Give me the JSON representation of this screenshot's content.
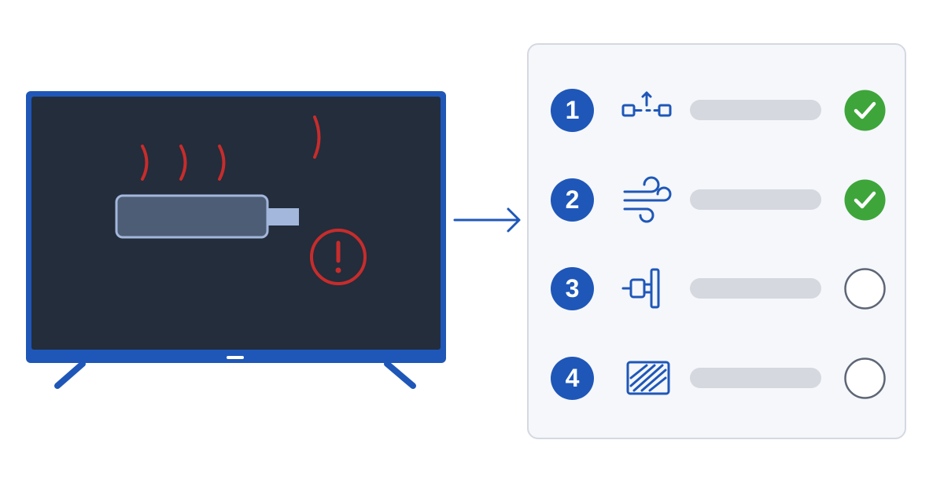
{
  "colors": {
    "tv_frame": "#1f57b8",
    "tv_screen": "#232d3b",
    "heat_warning": "#c72c2c",
    "accent_blue": "#1f57b8",
    "check_green": "#3ea53b",
    "pending_gray": "#5d6675",
    "panel_bg": "#f5f7fb",
    "panel_border": "#d4d9e1",
    "placeholder_bar": "#d5d8de"
  },
  "tv": {
    "device": "streaming-stick-icon",
    "heat_indicator": "heat-waves-icon",
    "warning": "warning-icon"
  },
  "connector": "arrow-right-icon",
  "checklist": {
    "steps": [
      {
        "number": "1",
        "icon": "move-up-icon",
        "status": "done"
      },
      {
        "number": "2",
        "icon": "wind-icon",
        "status": "done"
      },
      {
        "number": "3",
        "icon": "plug-icon",
        "status": "pending"
      },
      {
        "number": "4",
        "icon": "vent-icon",
        "status": "pending"
      }
    ]
  }
}
